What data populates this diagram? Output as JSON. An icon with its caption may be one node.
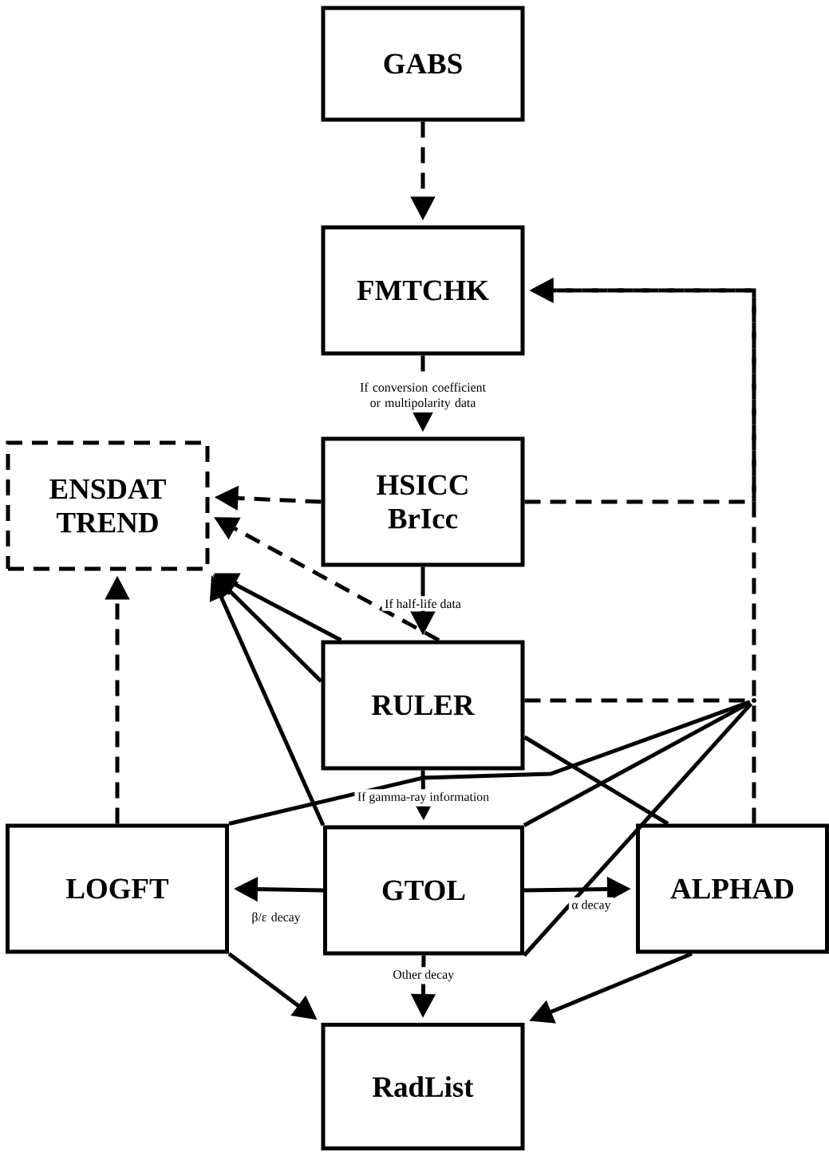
{
  "diagram": {
    "nodes": [
      {
        "text": [
          "GABS"
        ]
      },
      {
        "text": [
          "FMTCHK"
        ]
      },
      {
        "text": [
          "HSICC",
          "BrIcc"
        ]
      },
      {
        "text": [
          "ENSDAT",
          "TREND"
        ]
      },
      {
        "text": [
          "RULER"
        ]
      },
      {
        "text": [
          "LOGFT"
        ]
      },
      {
        "text": [
          "GTOL"
        ]
      },
      {
        "text": [
          "ALPHAD"
        ]
      },
      {
        "text": [
          "RadList"
        ]
      },
      {
        "text": [],
        "shape": "point"
      }
    ],
    "edges": [
      {
        "from": 0,
        "to": 1,
        "arrow": "to",
        "style": "dashed"
      },
      {
        "from": 1,
        "to": 2,
        "arrow": "to",
        "style": "dashed",
        "label": "If conversion coefficient or multipolarity data"
      },
      {
        "from": 2,
        "to": 3,
        "arrow": "to",
        "style": "dashed"
      },
      {
        "from": 2,
        "to": 4,
        "arrow": "to",
        "label": "If half-life data"
      },
      {
        "from": 2,
        "to": 1,
        "arrow": "to",
        "style": "dashed"
      },
      {
        "from": 4,
        "to": 3,
        "arrow": "to",
        "style": "dashed"
      },
      {
        "from": 4,
        "to": 3,
        "arrow": "to"
      },
      {
        "from": 4,
        "to": 3,
        "arrow": "to"
      },
      {
        "from": 6,
        "to": 3,
        "arrow": "to"
      },
      {
        "from": 5,
        "to": 3,
        "arrow": "to",
        "style": "dashed"
      },
      {
        "from": 4,
        "to": 6,
        "arrow": "to",
        "label": "If gamma-ray information"
      },
      {
        "from": 6,
        "to": 5,
        "arrow": "to",
        "label": "β/ε decay"
      },
      {
        "from": 6,
        "to": 7,
        "arrow": "to",
        "label": "α decay"
      },
      {
        "from": 6,
        "to": 8,
        "arrow": "to",
        "label": "Other decay"
      },
      {
        "from": 5,
        "to": 8,
        "arrow": "to"
      },
      {
        "from": 7,
        "to": 8,
        "arrow": "to"
      },
      {
        "from": 4,
        "to": 9,
        "arrow": "none",
        "style": "dashed"
      },
      {
        "from": 9,
        "to": 1,
        "arrow": "to",
        "style": "dashed"
      },
      {
        "from": 7,
        "to": 9,
        "arrow": "none",
        "style": "dashed"
      },
      {
        "from": 5,
        "to": 9,
        "arrow": "none"
      },
      {
        "from": 6,
        "to": 9,
        "arrow": "none"
      },
      {
        "from": 6,
        "to": 9,
        "arrow": "none"
      },
      {
        "from": 4,
        "to": 7,
        "arrow": "none"
      }
    ]
  }
}
